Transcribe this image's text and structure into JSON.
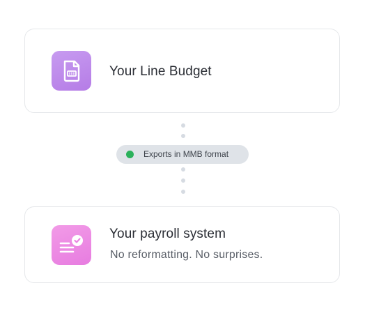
{
  "top_card": {
    "title": "Your Line Budget",
    "icon": "document-budget-icon"
  },
  "connector": {
    "badge_label": "Exports in MMB format",
    "status_color": "#2bb15b"
  },
  "bottom_card": {
    "title": "Your payroll system",
    "subtitle": "No reformatting. No surprises.",
    "icon": "payroll-check-icon"
  },
  "colors": {
    "top_icon_bg": "#b98aeb",
    "bottom_icon_bg": "#ec8de4",
    "connector_dots": "#d6dbe2",
    "badge_bg": "#dfe3e8"
  }
}
